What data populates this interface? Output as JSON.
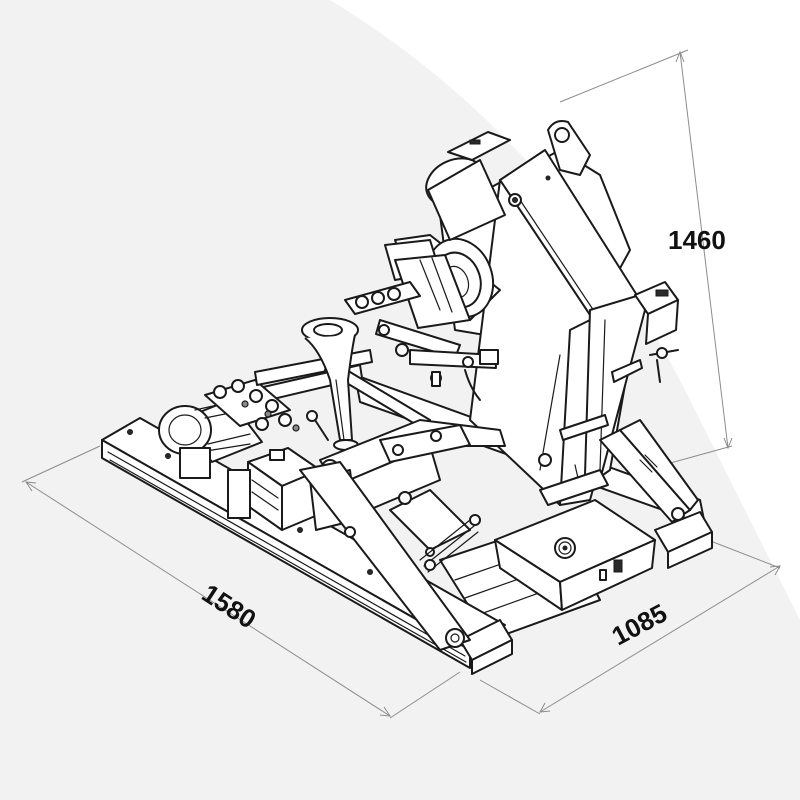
{
  "dimensions": {
    "height": "1460",
    "length": "1580",
    "width": "1085"
  },
  "colors": {
    "background_shade": "#f2f2f2",
    "line": "#1a1a1a",
    "dimension_line": "#8c8c8c"
  }
}
